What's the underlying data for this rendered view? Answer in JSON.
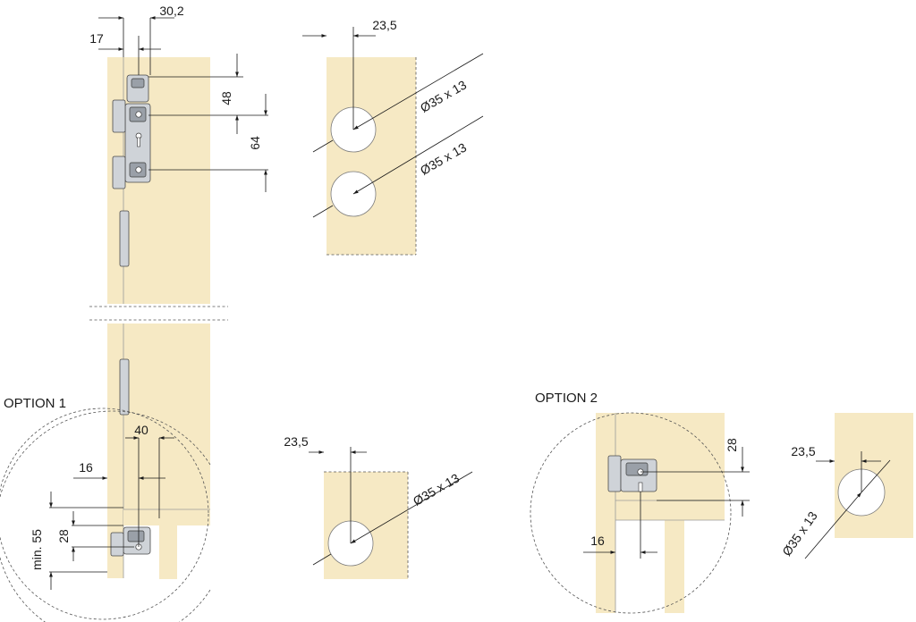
{
  "options": {
    "option1": "OPTION 1",
    "option2": "OPTION 2"
  },
  "dimensions": {
    "top_width_30_2": "30,2",
    "top_offset_17": "17",
    "top_height_48": "48",
    "top_height_64": "64",
    "drill_top_offset": "23,5",
    "drill_top_hole_1": "Ø35 x 13",
    "drill_top_hole_2": "Ø35 x 13",
    "opt1_width_40": "40",
    "opt1_width_16": "16",
    "opt1_height_28": "28",
    "opt1_min_55": "min. 55",
    "drill_mid_offset": "23,5",
    "drill_mid_hole": "Ø35 x 13",
    "opt2_height_28": "28",
    "opt2_width_16": "16",
    "drill_right_offset": "23,5",
    "drill_right_hole": "Ø35 x 13"
  },
  "colors": {
    "wood": "#f6e9c4",
    "metal": "#cfd3d8",
    "line": "#1a1a1a"
  }
}
